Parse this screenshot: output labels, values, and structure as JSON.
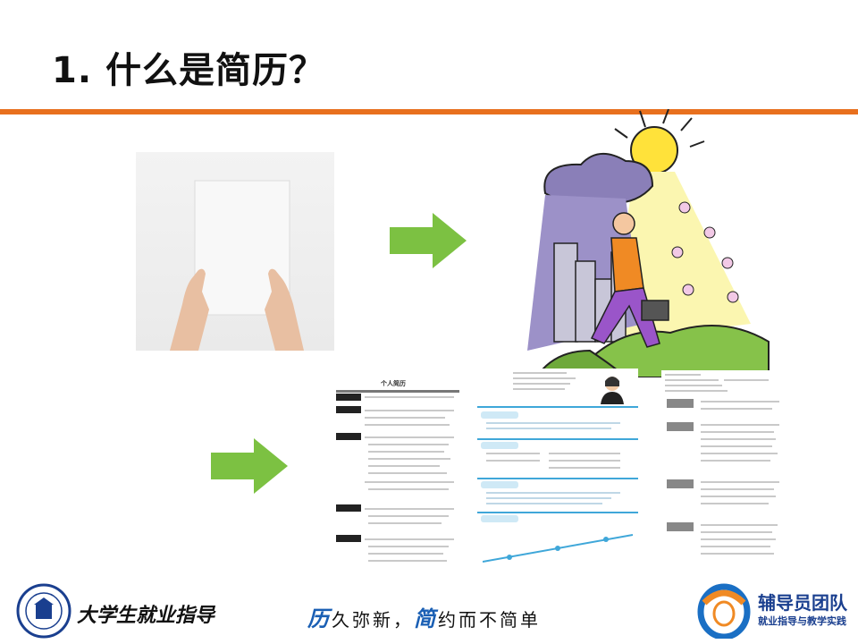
{
  "slide": {
    "title": "1. 什么是简历？"
  },
  "resume1": {
    "heading": "个人简历"
  },
  "footer": {
    "left_text": "大学生就业指导",
    "slogan_accent1": "历",
    "slogan_part1": "久弥新，",
    "slogan_accent2": "简",
    "slogan_part2": "约而不简单",
    "brand_name": "辅导员团队",
    "brand_sub": "就业指导与教学实践"
  },
  "colors": {
    "accent_rule": "#e8701e",
    "arrow": "#7cc142",
    "brand_blue": "#1a3f8f"
  }
}
